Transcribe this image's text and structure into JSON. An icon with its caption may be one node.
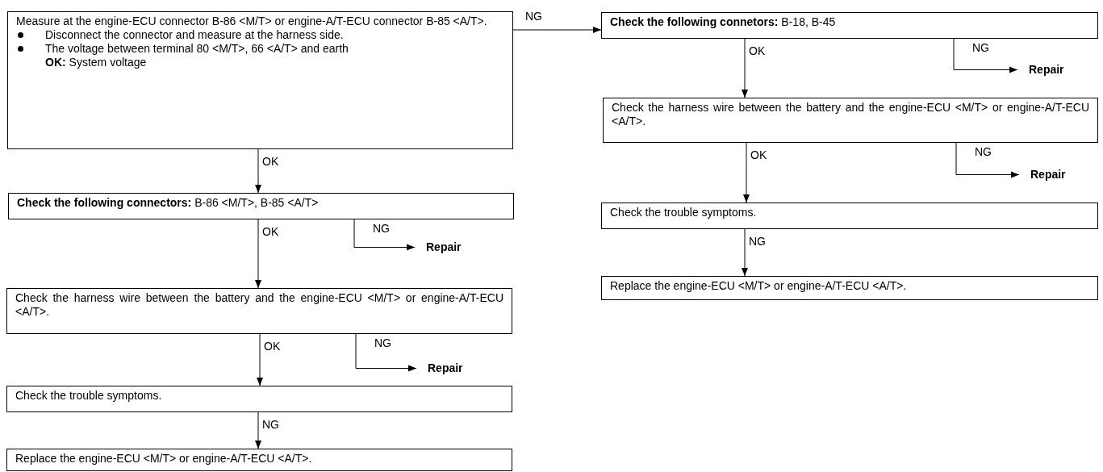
{
  "diagram": {
    "nodes": [
      {
        "text": [
          "Measure at the engine-ECU connector B-86 <M/T> or engine-A/T-ECU connector B-85 <A/T>.",
          "Disconnect the connector and measure at the harness side.",
          "The voltage between terminal 80 <M/T>, 66 <A/T> and earth",
          "**OK:** System voltage"
        ]
      },
      {
        "text": [
          "**Check the following connectors:** B-86 <M/T>, B-85 <A/T>"
        ]
      },
      {
        "text": [
          "Repair"
        ]
      },
      {
        "text": [
          "Check the harness wire between the battery and the engine-ECU <M/T> or engine-A/T-ECU <A/T>."
        ]
      },
      {
        "text": [
          "Repair"
        ]
      },
      {
        "text": [
          "Check the trouble symptoms."
        ]
      },
      {
        "text": [
          "Replace the engine-ECU <M/T> or engine-A/T-ECU <A/T>."
        ]
      },
      {
        "text": [
          "**Check the following connetors:** B-18, B-45"
        ]
      },
      {
        "text": [
          "Repair"
        ]
      },
      {
        "text": [
          "Check the harness wire between the battery and the engine-ECU <M/T> or engine-A/T-ECU <A/T>."
        ]
      },
      {
        "text": [
          "Repair"
        ]
      },
      {
        "text": [
          "Check the trouble symptoms."
        ]
      },
      {
        "text": [
          "Replace the engine-ECU <M/T> or engine-A/T-ECU <A/T>."
        ]
      }
    ],
    "edges": [
      {
        "from": 0,
        "to": 1,
        "arrow": "to",
        "label": "OK"
      },
      {
        "from": 1,
        "to": 3,
        "arrow": "to",
        "label": "OK"
      },
      {
        "from": 1,
        "to": 2,
        "arrow": "to",
        "label": "NG"
      },
      {
        "from": 3,
        "to": 5,
        "arrow": "to",
        "label": "OK"
      },
      {
        "from": 3,
        "to": 4,
        "arrow": "to",
        "label": "NG"
      },
      {
        "from": 5,
        "to": 6,
        "arrow": "to",
        "label": "NG"
      },
      {
        "from": 0,
        "to": 7,
        "arrow": "to",
        "label": "NG"
      },
      {
        "from": 7,
        "to": 9,
        "arrow": "to",
        "label": "OK"
      },
      {
        "from": 7,
        "to": 8,
        "arrow": "to",
        "label": "NG"
      },
      {
        "from": 9,
        "to": 11,
        "arrow": "to",
        "label": "OK"
      },
      {
        "from": 9,
        "to": 10,
        "arrow": "to",
        "label": "NG"
      },
      {
        "from": 11,
        "to": 12,
        "arrow": "to",
        "label": "NG"
      }
    ]
  }
}
